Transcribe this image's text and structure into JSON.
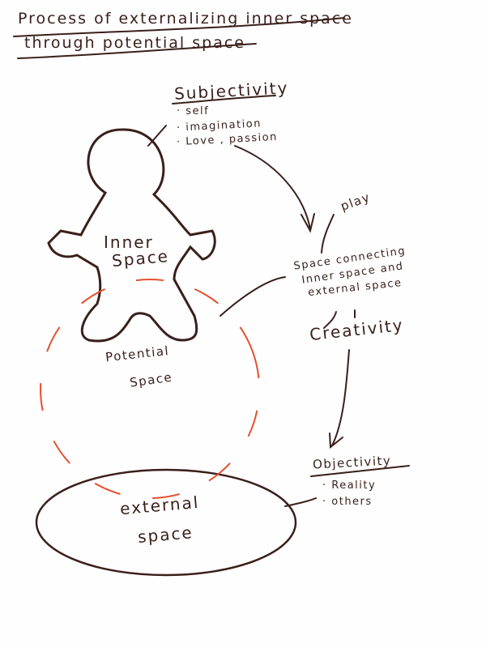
{
  "title": {
    "line1": "Process of externalizing inner space",
    "line2": "through potential space"
  },
  "subjectivity": {
    "heading": "Subjectivity",
    "items": [
      "· self",
      "· imagination",
      "· Love , passion"
    ]
  },
  "inner_space": {
    "line1": "Inner",
    "line2": "Space"
  },
  "potential_space": {
    "line1": "Potential",
    "line2": "Space"
  },
  "play": "play",
  "connecting": {
    "line1": "Space connecting",
    "line2": "Inner space and",
    "line3": "external space"
  },
  "creativity": "Creativity",
  "objectivity": {
    "heading": "Objectivity",
    "items": [
      "· Reality",
      "· others"
    ]
  },
  "external_space": {
    "line1": "external",
    "line2": "space"
  },
  "colors": {
    "ink": "#3a1f1a",
    "dash": "#e5502f"
  }
}
